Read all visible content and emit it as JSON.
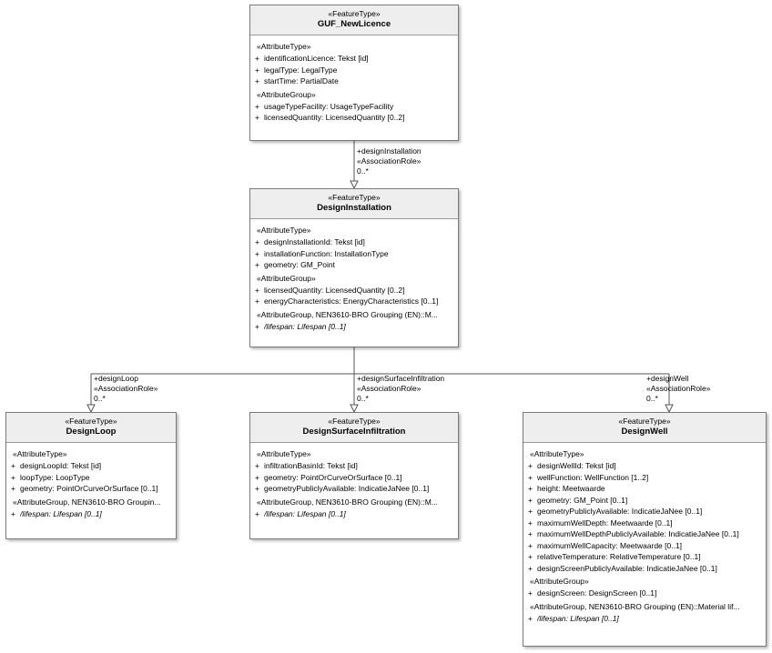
{
  "diagram": {
    "type": "uml-class-diagram",
    "classes": [
      {
        "id": "guf",
        "stereotype": "«FeatureType»",
        "name": "GUF_NewLicence",
        "sections": [
          {
            "label": "«AttributeType»",
            "attributes": [
              {
                "vis": "+",
                "text": "identificationLicence: Tekst [id]"
              },
              {
                "vis": "+",
                "text": "legalType: LegalType"
              },
              {
                "vis": "+",
                "text": "startTime: PartialDate"
              }
            ]
          },
          {
            "label": "«AttributeGroup»",
            "attributes": [
              {
                "vis": "+",
                "text": "usageTypeFacility: UsageTypeFacility"
              },
              {
                "vis": "+",
                "text": "licensedQuantity: LicensedQuantity [0..2]"
              }
            ]
          }
        ]
      },
      {
        "id": "designinstallation",
        "stereotype": "«FeatureType»",
        "name": "DesignInstallation",
        "sections": [
          {
            "label": "«AttributeType»",
            "attributes": [
              {
                "vis": "+",
                "text": "designInstallationId: Tekst [id]"
              },
              {
                "vis": "+",
                "text": "installationFunction: InstallationType"
              },
              {
                "vis": "+",
                "text": "geometry: GM_Point"
              }
            ]
          },
          {
            "label": "«AttributeGroup»",
            "attributes": [
              {
                "vis": "+",
                "text": "licensedQuantity: LicensedQuantity [0..2]"
              },
              {
                "vis": "+",
                "text": "energyCharacteristics: EnergyCharacteristics [0..1]"
              }
            ]
          },
          {
            "label": "«AttributeGroup, NEN3610-BRO Grouping (EN)::M...",
            "attributes": [
              {
                "vis": "+",
                "text": "/lifespan: Lifespan [0..1]",
                "italic": true
              }
            ]
          }
        ]
      },
      {
        "id": "designloop",
        "stereotype": "«FeatureType»",
        "name": "DesignLoop",
        "sections": [
          {
            "label": "«AttributeType»",
            "attributes": [
              {
                "vis": "+",
                "text": "designLoopId: Tekst [id]"
              },
              {
                "vis": "+",
                "text": "loopType: LoopType"
              },
              {
                "vis": "+",
                "text": "geometry: PointOrCurveOrSurface [0..1]"
              }
            ]
          },
          {
            "label": "«AttributeGroup, NEN3610-BRO Groupin...",
            "attributes": [
              {
                "vis": "+",
                "text": "/lifespan: Lifespan [0..1]",
                "italic": true
              }
            ]
          }
        ]
      },
      {
        "id": "designsurfaceinfiltration",
        "stereotype": "«FeatureType»",
        "name": "DesignSurfaceInfiltration",
        "sections": [
          {
            "label": "«AttributeType»",
            "attributes": [
              {
                "vis": "+",
                "text": "infiltrationBasinId: Tekst [id]"
              },
              {
                "vis": "+",
                "text": "geometry: PointOrCurveOrSurface [0..1]"
              },
              {
                "vis": "+",
                "text": "geometryPubliclyAvailable: IndicatieJaNee [0..1]"
              }
            ]
          },
          {
            "label": "«AttributeGroup, NEN3610-BRO Grouping (EN)::M...",
            "attributes": [
              {
                "vis": "+",
                "text": "/lifespan: Lifespan [0..1]",
                "italic": true
              }
            ]
          }
        ]
      },
      {
        "id": "designwell",
        "stereotype": "«FeatureType»",
        "name": "DesignWell",
        "sections": [
          {
            "label": "«AttributeType»",
            "attributes": [
              {
                "vis": "+",
                "text": "designWellId: Tekst [id]"
              },
              {
                "vis": "+",
                "text": "wellFunction: WellFunction [1..2]"
              },
              {
                "vis": "+",
                "text": "height: Meetwaarde"
              },
              {
                "vis": "+",
                "text": "geometry: GM_Point [0..1]"
              },
              {
                "vis": "+",
                "text": "geometryPubliclyAvailable: IndicatieJaNee [0..1]"
              },
              {
                "vis": "+",
                "text": "maximumWellDepth: Meetwaarde [0..1]"
              },
              {
                "vis": "+",
                "text": "maximumWellDepthPubliclyAvailable: IndicatieJaNee [0..1]"
              },
              {
                "vis": "+",
                "text": "maximumWellCapacity: Meetwaarde [0..1]"
              },
              {
                "vis": "+",
                "text": "relativeTemperature: RelativeTemperature [0..1]"
              },
              {
                "vis": "+",
                "text": "designScreenPubliclyAvailable: IndicatieJaNee [0..1]"
              }
            ]
          },
          {
            "label": "«AttributeGroup»",
            "attributes": [
              {
                "vis": "+",
                "text": "designScreen: DesignScreen [0..1]"
              }
            ]
          },
          {
            "label": "«AttributeGroup, NEN3610-BRO Grouping (EN)::Material lif...",
            "attributes": [
              {
                "vis": "+",
                "text": "/lifespan: Lifespan [0..1]",
                "italic": true
              }
            ]
          }
        ]
      }
    ],
    "associations": [
      {
        "id": "designinstallation-assoc",
        "role": "+designInstallation",
        "stereotype": "«AssociationRole»",
        "multiplicity": "0..*"
      },
      {
        "id": "designloop-assoc",
        "role": "+designLoop",
        "stereotype": "«AssociationRole»",
        "multiplicity": "0..*"
      },
      {
        "id": "designsurfaceinfiltration-assoc",
        "role": "+designSurfaceInfiltration",
        "stereotype": "«AssociationRole»",
        "multiplicity": "0..*"
      },
      {
        "id": "designwell-assoc",
        "role": "+designWell",
        "stereotype": "«AssociationRole»",
        "multiplicity": "0..*"
      }
    ]
  }
}
